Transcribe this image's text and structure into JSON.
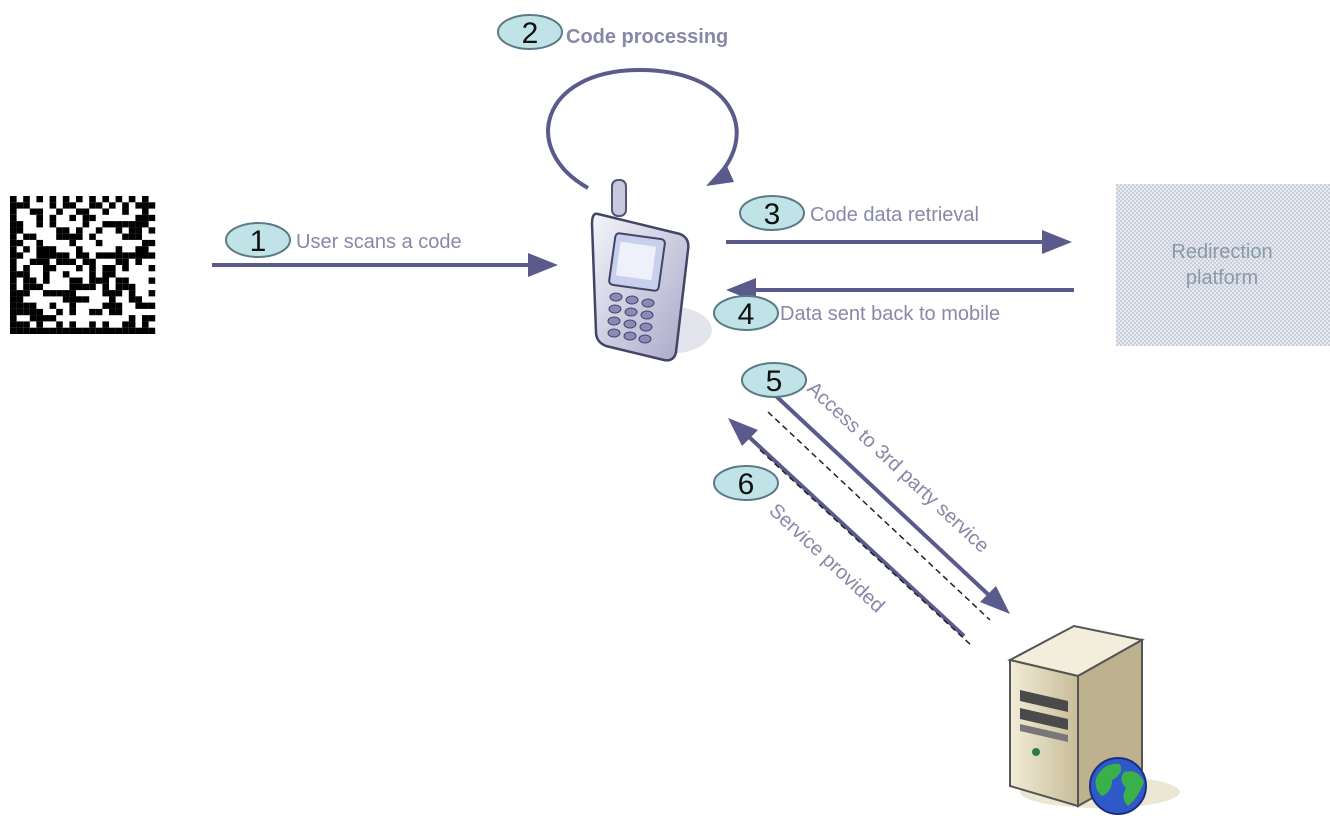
{
  "colors": {
    "arrow": "#5a5a8c",
    "label_text": "#8888a8",
    "step_badge_fill": "#bfe3e6",
    "step_badge_stroke": "#5a7a86",
    "platform_fill": "#d6dce8"
  },
  "steps": [
    {
      "num": "1",
      "label": "User scans a code"
    },
    {
      "num": "2",
      "label": "Code processing"
    },
    {
      "num": "3",
      "label": "Code data retrieval"
    },
    {
      "num": "4",
      "label": "Data sent back to mobile"
    },
    {
      "num": "5",
      "label": "Access to 3rd party service"
    },
    {
      "num": "6",
      "label": "Service provided"
    }
  ],
  "platform": {
    "line1": "Redirection",
    "line2": "platform"
  },
  "icons": {
    "code": "datamatrix-code-icon",
    "phone": "mobile-phone-icon",
    "server": "web-server-icon",
    "globe": "globe-icon"
  }
}
